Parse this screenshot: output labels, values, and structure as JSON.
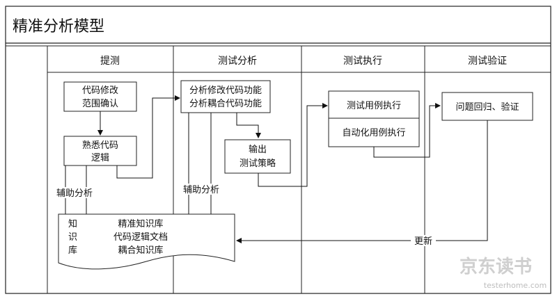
{
  "title": "精准分析模型",
  "lanes": [
    "提测",
    "测试分析",
    "测试执行",
    "测试验证"
  ],
  "nodes": {
    "code_change_range": [
      "代码修改",
      "范围确认"
    ],
    "familiar_logic": [
      "熟悉代码",
      "逻辑"
    ],
    "analyze_functions": [
      "分析修改代码功能",
      "分析耦合代码功能"
    ],
    "output_strategy": [
      "输出",
      "测试策略"
    ],
    "execute_cases": "测试用例执行",
    "auto_cases": "自动化用例执行",
    "regression_verify": "问题回归、验证"
  },
  "labels": {
    "aux_analysis_1": "辅助分析",
    "aux_analysis_2": "辅助分析",
    "update": "更新"
  },
  "knowledge_base": {
    "side_chars": [
      "知",
      "识",
      "库"
    ],
    "items": [
      "精准知识库",
      "代码逻辑文档",
      "耦合知识库"
    ]
  },
  "watermark": {
    "main": "京东读书",
    "sub": "testerhome.com"
  }
}
